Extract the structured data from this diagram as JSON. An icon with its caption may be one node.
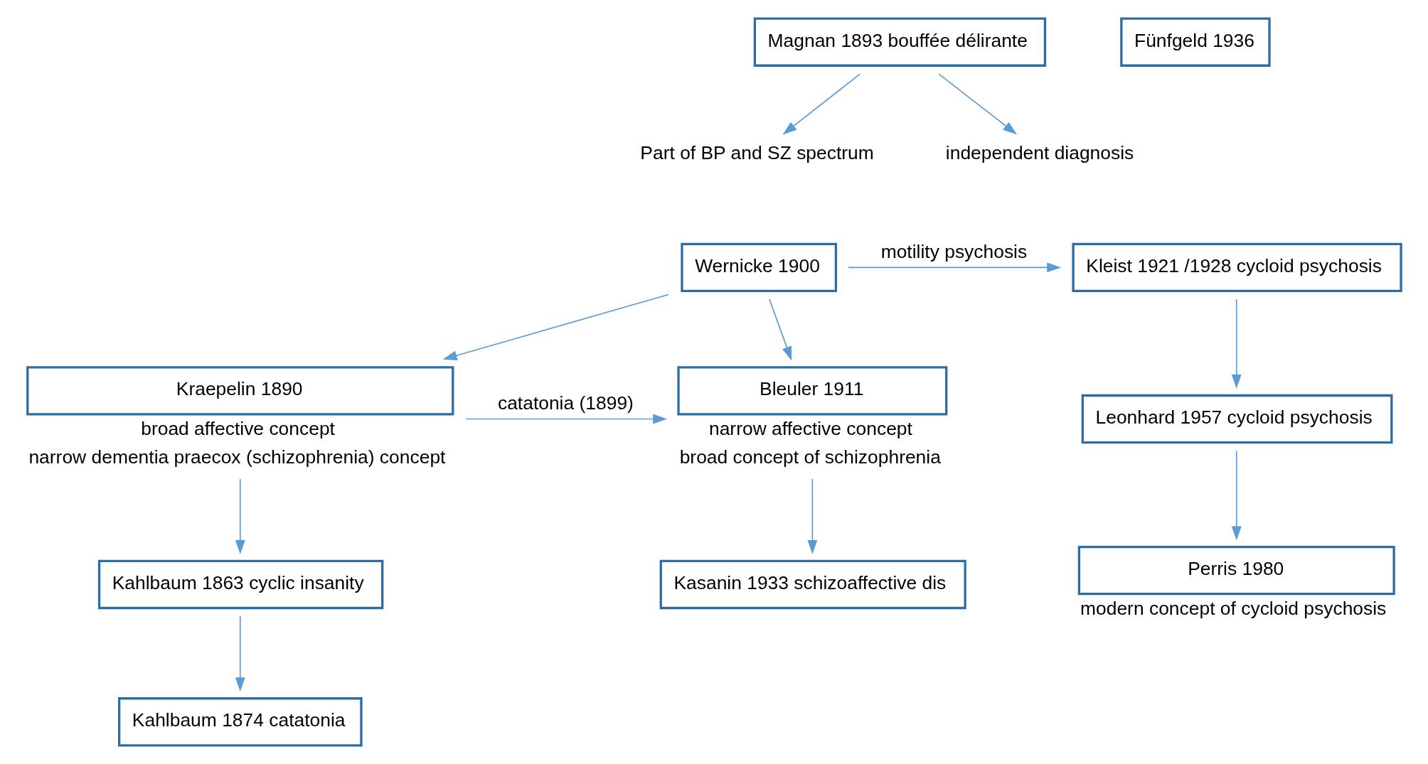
{
  "diagram": {
    "nodes": [
      {
        "text": [
          "Magnan 1893 bouffée délirante"
        ]
      },
      {
        "text": [
          "Part of BP and SZ spectrum"
        ]
      },
      {
        "text": [
          "independent diagnosis"
        ]
      },
      {
        "text": [
          "Wernicke 1900"
        ]
      },
      {
        "text": [
          "Kleist 1921 /1928 cycloid psychosis"
        ]
      },
      {
        "text": [
          "Fünfgeld 1936"
        ]
      },
      {
        "text": [
          "Leonhard 1957 cycloid psychosis"
        ]
      },
      {
        "text": [
          "Kraepelin 1890"
        ],
        "beside": [
          "broad affective concept",
          "narrow dementia praecox (schizophrenia) concept"
        ]
      },
      {
        "text": [
          "Bleuler 1911"
        ],
        "beside": [
          "narrow affective concept",
          "broad concept of schizophrenia"
        ]
      },
      {
        "text": [
          "Perris 1980"
        ],
        "beside": [
          "modern concept of cycloid psychosis"
        ]
      },
      {
        "text": [
          "Kahlbaum 1863 cyclic insanity"
        ]
      },
      {
        "text": [
          "Kahlbaum 1874 catatonia"
        ]
      },
      {
        "text": [
          "Kasanin 1933 schizoaffective dis"
        ]
      }
    ],
    "edges": [
      {
        "from": 0,
        "to": 1,
        "arrow": "to"
      },
      {
        "from": 0,
        "to": 2,
        "arrow": "to"
      },
      {
        "from": 3,
        "to": 7,
        "arrow": "to"
      },
      {
        "from": 3,
        "to": 8,
        "arrow": "to"
      },
      {
        "from": 3,
        "to": 4,
        "arrow": "to",
        "label": "motility psychosis"
      },
      {
        "from": 4,
        "to": 6,
        "arrow": "to"
      },
      {
        "from": 6,
        "to": 9,
        "arrow": "to"
      },
      {
        "from": 7,
        "to": 8,
        "arrow": "to",
        "label": "catatonia (1899)"
      },
      {
        "from": 7,
        "to": 10,
        "arrow": "to"
      },
      {
        "from": 10,
        "to": 11,
        "arrow": "to"
      },
      {
        "from": 8,
        "to": 12,
        "arrow": "to"
      }
    ]
  }
}
